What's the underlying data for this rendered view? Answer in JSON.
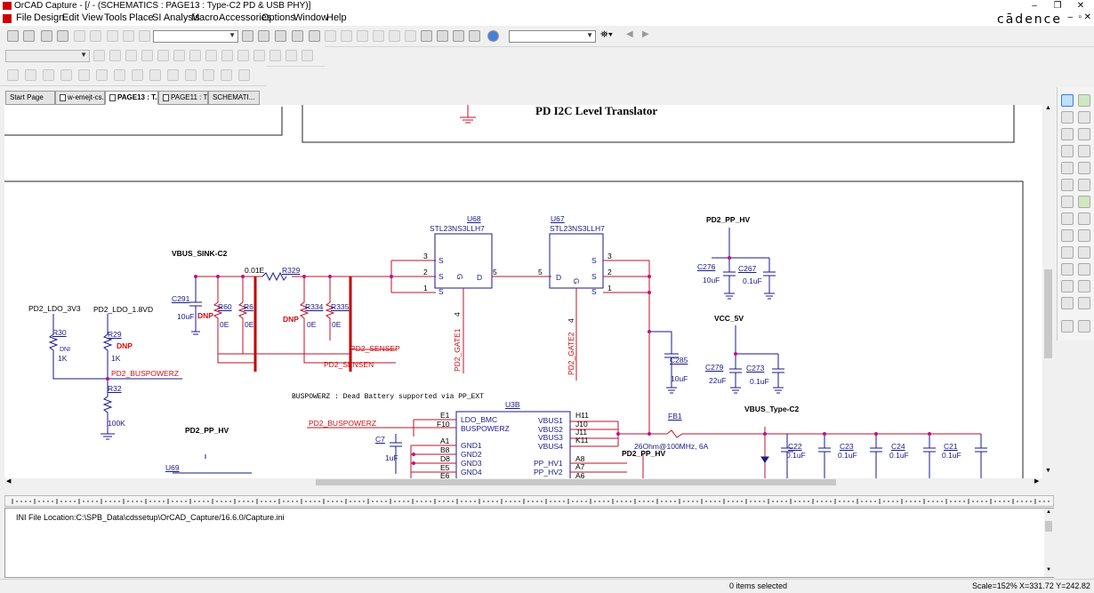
{
  "window": {
    "title": "OrCAD Capture - [/ - (SCHEMATICS : PAGE13 : Type-C2 PD & USB PHY)]",
    "brand": "cādence",
    "controls": {
      "minimize": "–",
      "restore": "❐",
      "close": "✕"
    }
  },
  "menubar": {
    "items": [
      "File",
      "Design",
      "Edit",
      "View",
      "Tools",
      "Place",
      "SI Analysis",
      "Macro",
      "Accessories",
      "Options",
      "Window",
      "Help"
    ]
  },
  "toolbar": {
    "part_combo_value": "",
    "search_combo_value": ""
  },
  "tabs": [
    {
      "label": "Start Page"
    },
    {
      "label": "w-emejt-cs..."
    },
    {
      "label": "PAGE13 : T..."
    },
    {
      "label": "PAGE11 : T..."
    },
    {
      "label": "SCHEMATI..."
    }
  ],
  "schematic": {
    "page_heading": "PD I2C Level Translator",
    "labels": {
      "vbus_sink": "VBUS_SINK-C2",
      "r_value_001e": "0.01E",
      "r329": "R329",
      "u68_ref": "U68",
      "u68_part": "STL23NS3LLH7",
      "u67_ref": "U67",
      "u67_part": "STL23NS3LLH7",
      "pd2_pp_hv_top": "PD2_PP_HV",
      "c276": "C276",
      "c276_val": "10uF",
      "c267": "C267",
      "c267_val": "0.1uF",
      "vcc_5v": "VCC_5V",
      "c279": "C279",
      "c279_val": "22uF",
      "c273": "C273",
      "c273_val": "0.1uF",
      "vbus_typec2": "VBUS_Type-C2",
      "c291": "C291",
      "c291_val": "10uF",
      "dnp_a": "DNP",
      "dnp_b": "DNP",
      "dnp_c": "DNP",
      "r60": "R60",
      "r60_val": "0E",
      "r6x": "R6",
      "r6x_val": "0E",
      "r334": "R334",
      "r334_val": "0E",
      "r335": "R335",
      "r335_val": "0E",
      "pd2_sensep": "PD2_SENSEP",
      "pd2_sensen": "PD2_SENSEN",
      "pd2_gate1": "PD2_GATE1",
      "pd2_gate2": "PD2_GATE2",
      "c285": "C285",
      "c285_val": "10uF",
      "pd2_ldo_3v3": "PD2_LDO_3V3",
      "pd2_ldo_1v8": "PD2_LDO_1.8VD",
      "r30": "R30",
      "r30_dni": "DNI",
      "r30_val": "1K",
      "r29": "R29",
      "r29_val": "1K",
      "pd2_buspowerz_a": "PD2_BUSPOWERZ",
      "r32": "R32",
      "r32_val": "100K",
      "buspowerz_note": "BUSPOWERZ : Dead Battery supported via PP_EXT",
      "u3b": "U3B",
      "pd2_pp_hv_mid": "PD2_PP_HV",
      "u69": "U69",
      "pd2_buspowerz_b": "PD2_BUSPOWERZ",
      "c7": "C7",
      "c7_val": "1uF",
      "fb1": "FB1",
      "fb1_val": "26Ohm@100MHz, 6A",
      "pd2_pp_hv_bot": "PD2_PP_HV",
      "c22": "C22",
      "c22_val": "0.1uF",
      "c23": "C23",
      "c23_val": "0.1uF",
      "c24": "C24",
      "c24_val": "0.1uF",
      "c21": "C21",
      "c21_val": "0.1uF"
    },
    "pins": {
      "u68_s3": "3",
      "u68_s2": "2",
      "u68_s1": "1",
      "u68_d": "5",
      "u68_g": "4",
      "u67_d": "5",
      "u67_s3": "3",
      "u67_s2": "2",
      "u67_s1": "1",
      "u67_g": "4",
      "u3b_e1": "E1",
      "u3b_f10": "F10",
      "u3b_a1": "A1",
      "u3b_b8": "B8",
      "u3b_d8": "D8",
      "u3b_e5": "E5",
      "u3b_e6": "E6",
      "u3b_h11": "H11",
      "u3b_j10": "J10",
      "u3b_j11": "J11",
      "u3b_k11": "K11",
      "u3b_a8": "A8",
      "u3b_a7": "A7",
      "u3b_a6": "A6"
    },
    "pin_names": {
      "ldo_bmc": "LDO_BMC",
      "buspowerz": "BUSPOWERZ",
      "gnd1": "GND1",
      "gnd2": "GND2",
      "gnd3": "GND3",
      "gnd4": "GND4",
      "vbus1": "VBUS1",
      "vbus2": "VBUS2",
      "vbus3": "VBUS3",
      "vbus4": "VBUS4",
      "pp_hv1": "PP_HV1",
      "pp_hv2": "PP_HV2",
      "s": "S",
      "d": "D",
      "g": "G"
    }
  },
  "output_window": {
    "text": "INI File Location:C:\\SPB_Data\\cdssetup\\OrCAD_Capture/16.6.0/Capture.ini"
  },
  "statusbar": {
    "selection": "0 items selected",
    "scale": "Scale=152%",
    "coords": "X=331.72  Y=242.82"
  },
  "colors": {
    "wire": "#c0102a",
    "part": "#1a1a8a",
    "net": "#d01010",
    "junction": "#c01080",
    "bus_bar": "#c00000",
    "selected": "#bfe0ff"
  }
}
